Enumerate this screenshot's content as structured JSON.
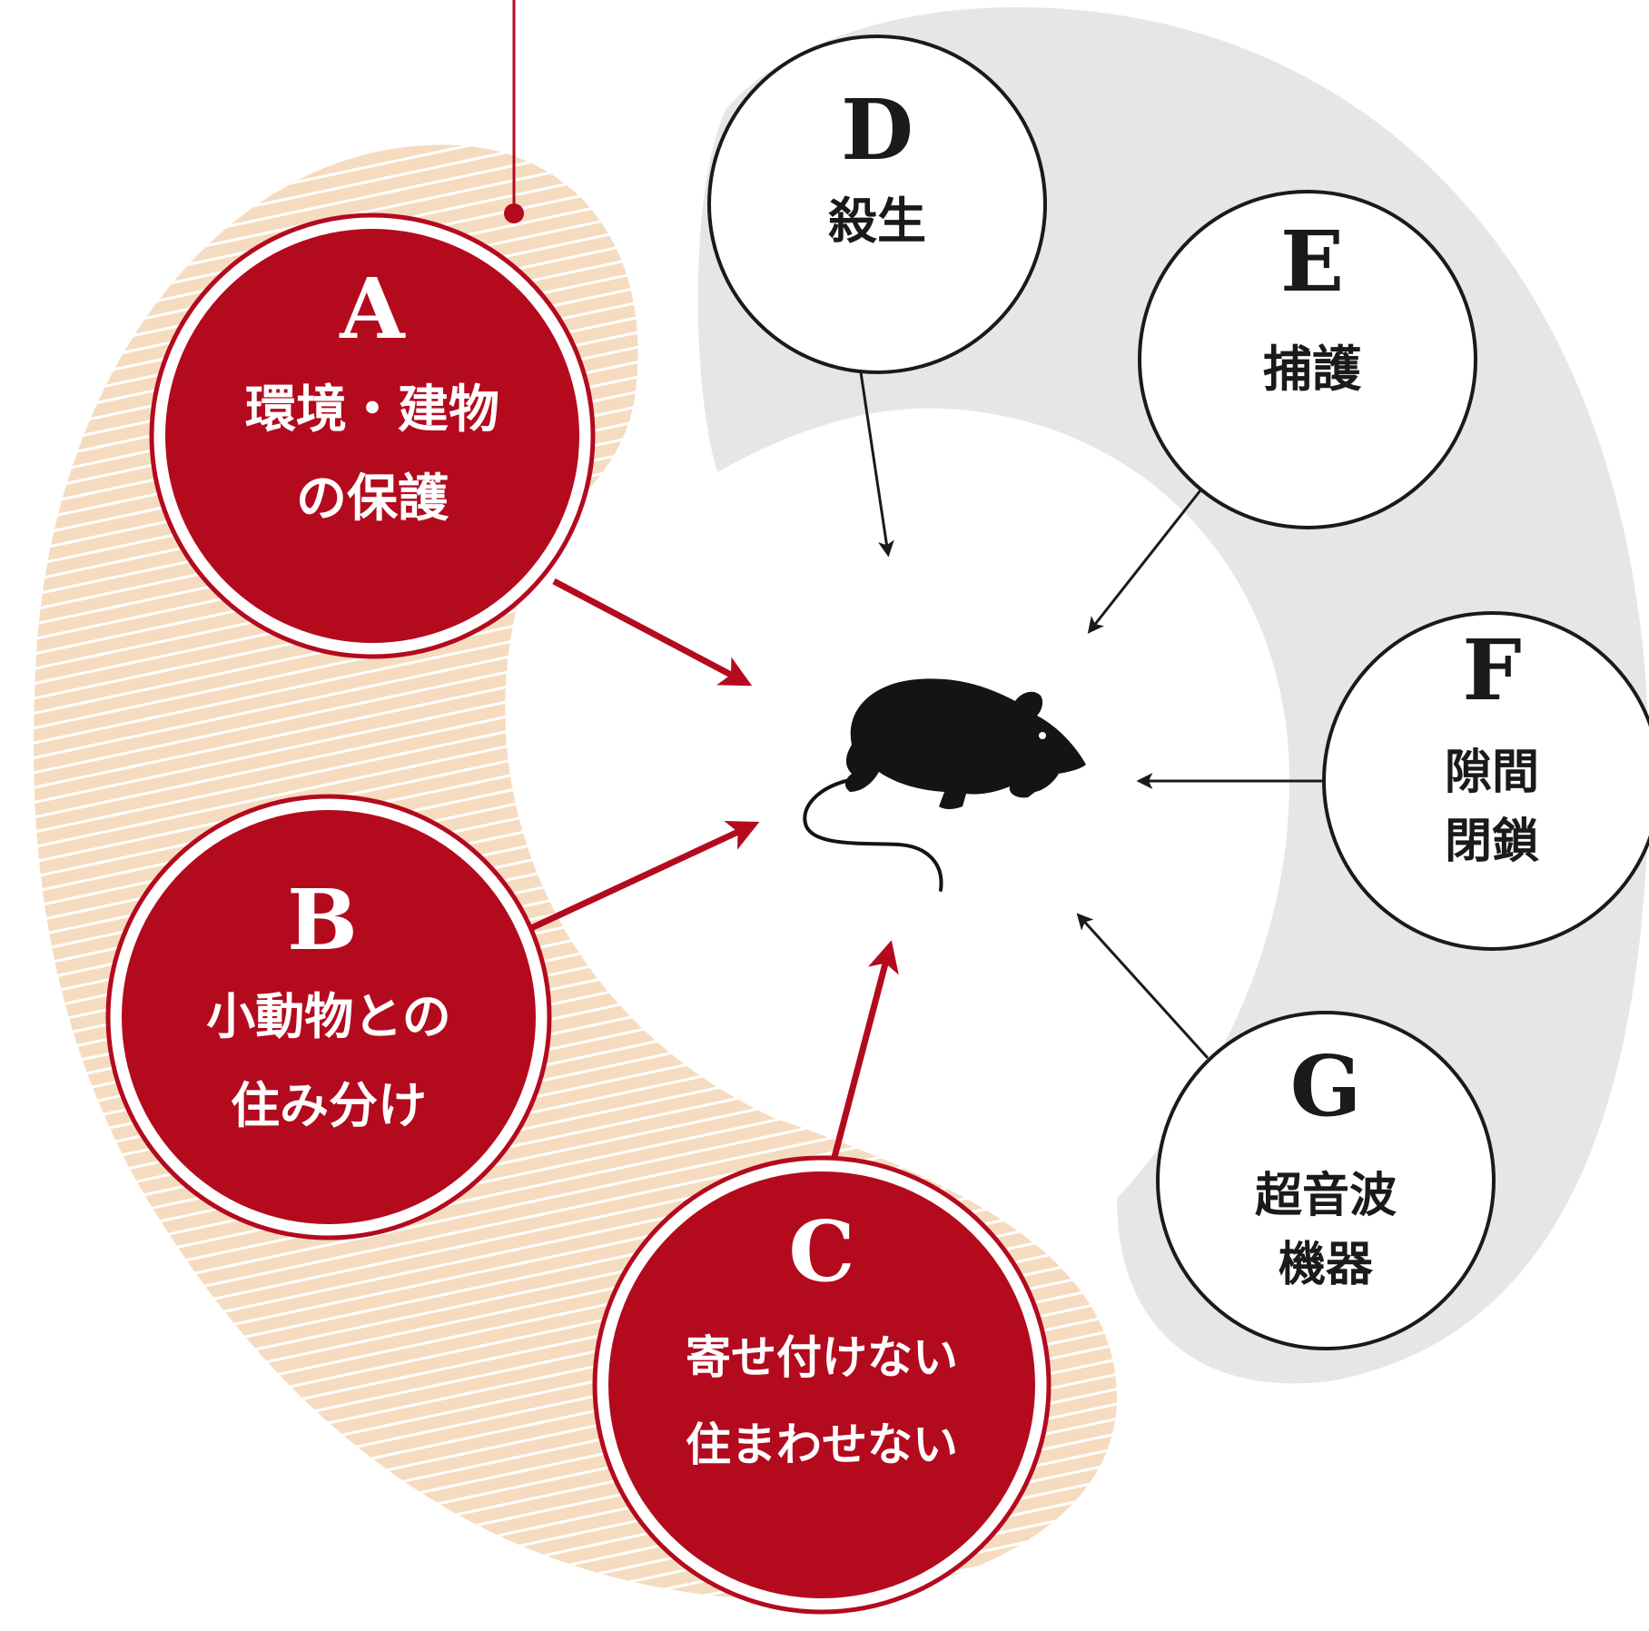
{
  "diagram": {
    "colors": {
      "red": "#b40a1e",
      "red_line": "#b40a1e",
      "cream": "#f5dcc0",
      "cream_stripe": "#ffffff",
      "gray": "#e6e6e6",
      "black": "#1a1a1a"
    },
    "center_icon": "rat-silhouette-icon",
    "red_nodes": [
      {
        "id": "A",
        "letter": "A",
        "lines": [
          "環境・建物",
          "の保護"
        ]
      },
      {
        "id": "B",
        "letter": "B",
        "lines": [
          "小動物との",
          "住み分け"
        ]
      },
      {
        "id": "C",
        "letter": "C",
        "lines": [
          "寄せ付けない",
          "住まわせない"
        ]
      }
    ],
    "white_nodes": [
      {
        "id": "D",
        "letter": "D",
        "lines": [
          "殺生"
        ]
      },
      {
        "id": "E",
        "letter": "E",
        "lines": [
          "捕護"
        ]
      },
      {
        "id": "F",
        "letter": "F",
        "lines": [
          "隙間",
          "閉鎖"
        ]
      },
      {
        "id": "G",
        "letter": "G",
        "lines": [
          "超音波",
          "機器"
        ]
      }
    ]
  }
}
